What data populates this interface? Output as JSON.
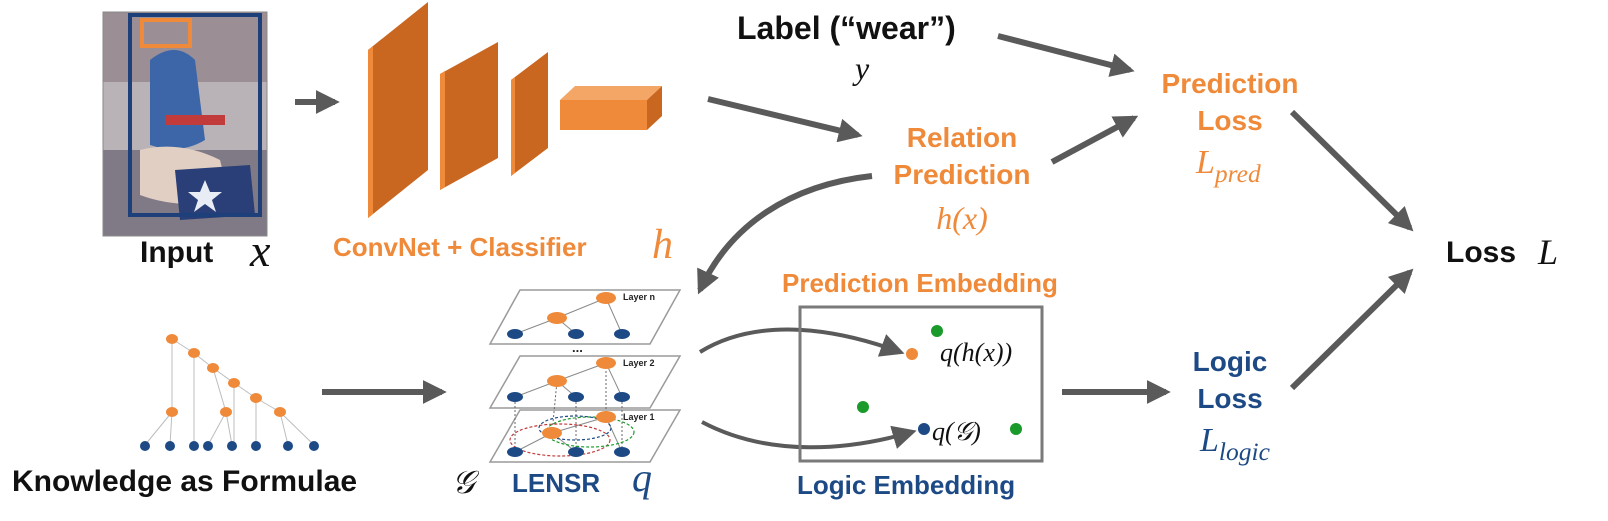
{
  "colors": {
    "orange": "#ef8a3a",
    "dark_orange": "#c9661f",
    "navy": "#1d4a85",
    "gray_arrow": "#5a5a5a",
    "green": "#1a9a2a"
  },
  "input": {
    "label": "Input",
    "symbol": "x"
  },
  "convnet": {
    "label": "ConvNet + Classifier",
    "symbol": "h"
  },
  "label_box": {
    "label": "Label (“wear”)",
    "symbol": "y"
  },
  "relation": {
    "line1": "Relation",
    "line2": "Prediction",
    "symbol": "h(x)"
  },
  "pred_loss": {
    "line1": "Prediction",
    "line2": "Loss",
    "symbol": "L",
    "subscript": "pred"
  },
  "total_loss": {
    "label": "Loss",
    "symbol": "L"
  },
  "knowledge": {
    "label": "Knowledge as Formulae",
    "symbol": "𝒢"
  },
  "lensr": {
    "label": "LENSR",
    "symbol": "q",
    "layers": [
      "Layer n",
      "Layer 2",
      "Layer 1"
    ],
    "ellipsis": "..."
  },
  "embedding": {
    "top_label": "Prediction Embedding",
    "bottom_label": "Logic Embedding",
    "pred_point": "q(h(x))",
    "logic_point": "q(𝒢)"
  },
  "logic_loss": {
    "line1": "Logic",
    "line2": "Loss",
    "symbol": "L",
    "subscript": "logic"
  }
}
